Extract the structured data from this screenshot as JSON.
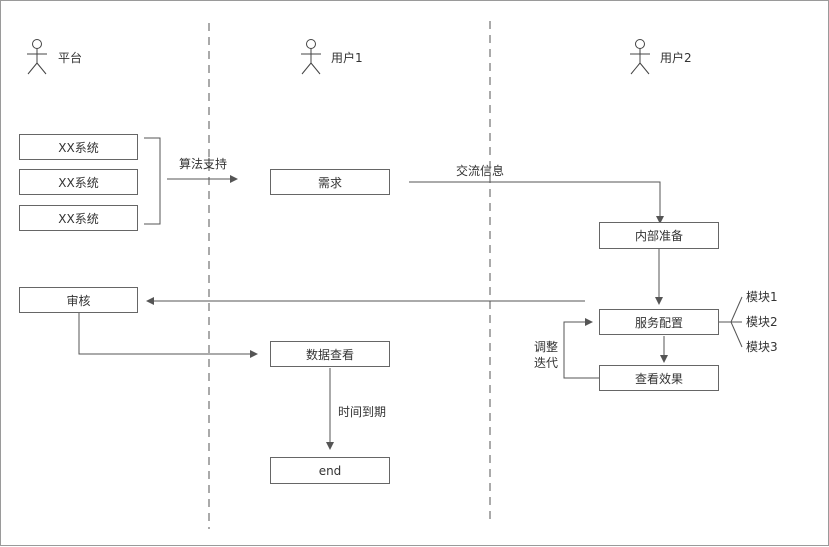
{
  "lanes": {
    "platform": "平台",
    "user1": "用户1",
    "user2": "用户2"
  },
  "boxes": {
    "sys1": "XX系统",
    "sys2": "XX系统",
    "sys3": "XX系统",
    "review": "审核",
    "demand": "需求",
    "data_view": "数据查看",
    "end": "end",
    "internal_prep": "内部准备",
    "service_config": "服务配置",
    "view_effect": "查看效果"
  },
  "edge_labels": {
    "algorithm_support": "算法支持",
    "communicate": "交流信息",
    "time_expire": "时间到期",
    "adjust_line1": "调整",
    "adjust_line2": "迭代"
  },
  "modules": [
    "模块1",
    "模块2",
    "模块3"
  ]
}
